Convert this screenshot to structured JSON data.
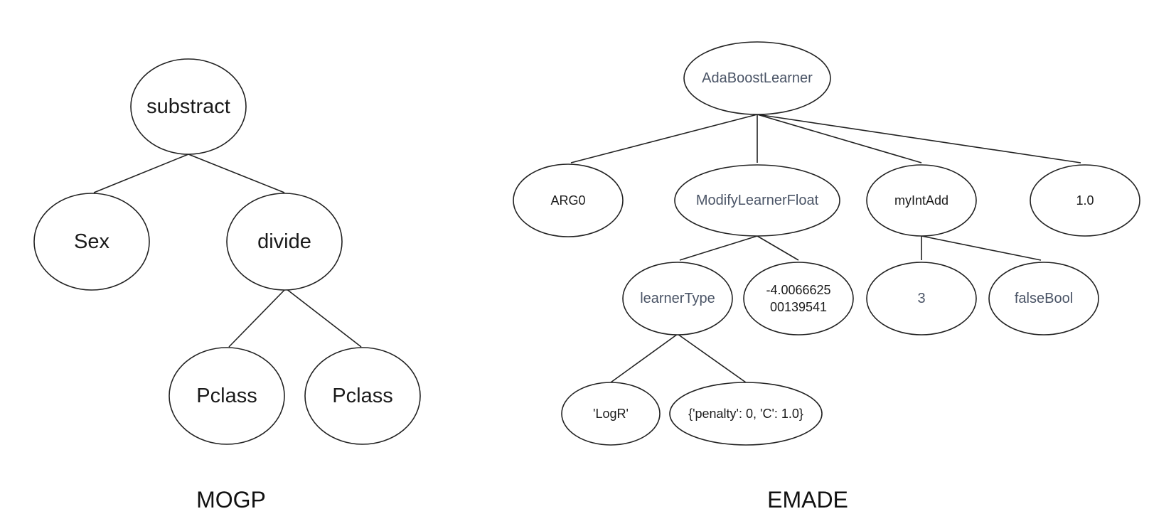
{
  "mogp": {
    "caption": "MOGP",
    "nodes": {
      "substract": "substract",
      "sex": "Sex",
      "divide": "divide",
      "pclass_1": "Pclass",
      "pclass_2": "Pclass"
    }
  },
  "emade": {
    "caption": "EMADE",
    "nodes": {
      "adaboost": "AdaBoostLearner",
      "arg0": "ARG0",
      "modify": "ModifyLearnerFloat",
      "myintadd": "myIntAdd",
      "one": "1.0",
      "learnertype": "learnerType",
      "float_line1": "-4.0066625",
      "float_line2": "00139541",
      "three": "3",
      "falsebool": "falseBool",
      "logr": "'LogR'",
      "params": "{'penalty': 0, 'C': 1.0}"
    }
  },
  "colors": {
    "stroke": "#222222",
    "text_dark": "#1a1a1a",
    "text_slate": "#4a5466"
  }
}
